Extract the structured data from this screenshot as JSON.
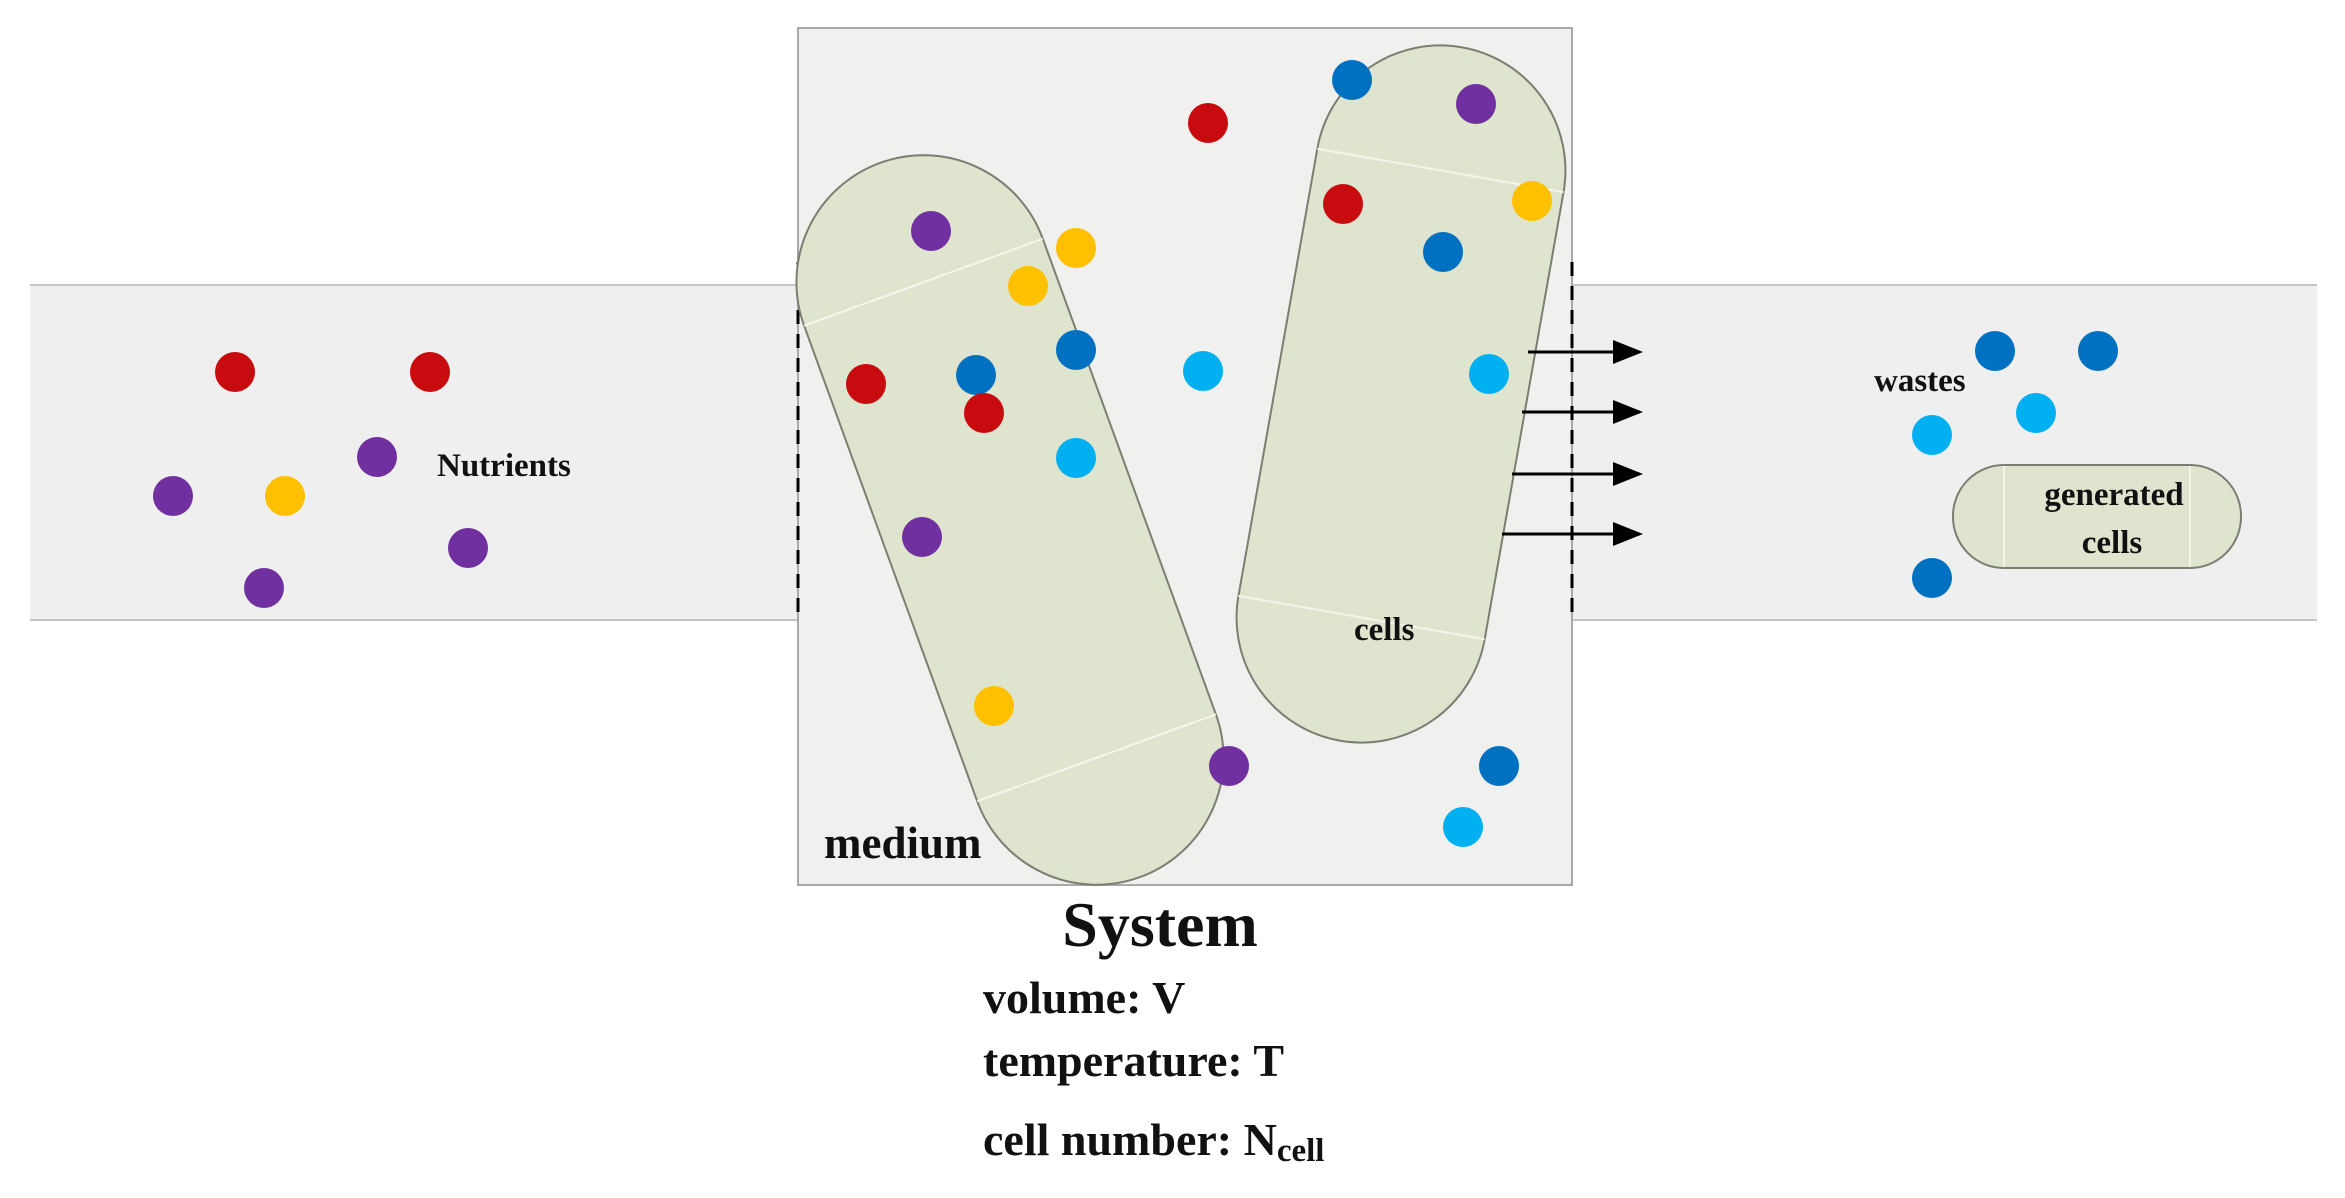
{
  "colors": {
    "background": "#ffffff",
    "channel_fill": "#efefef",
    "channel_border": "#c4c4c4",
    "system_fill": "#f0f0ef",
    "system_border": "#a8a8a8",
    "cell_fill": "#dfe4cf",
    "cell_border": "#7d7d72",
    "arrow": "#000000",
    "text": "#111111",
    "molecule_red": "#c80b0f",
    "molecule_purple": "#7030a0",
    "molecule_yellow": "#ffc000",
    "molecule_blue": "#0070c0",
    "molecule_lightblue": "#00b0f0"
  },
  "labels": {
    "nutrients": "Nutrients",
    "wastes": "wastes",
    "generated_line1": "generated",
    "generated_line2": "cells",
    "cells": "cells",
    "medium": "medium",
    "system": "System",
    "volume": "volume: V",
    "temperature": "temperature: T",
    "cell_number": "cell number: N",
    "cell_number_sub": "cell"
  }
}
